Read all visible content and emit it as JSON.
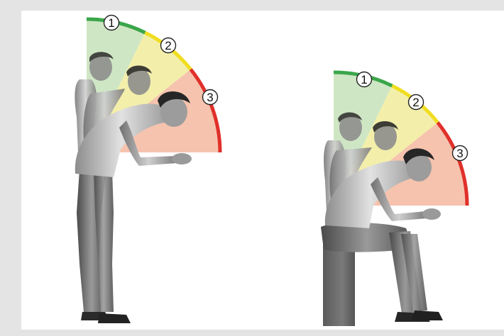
{
  "colors": {
    "zone_1": "#3aa64a",
    "zone_2": "#f0dd20",
    "zone_3": "#e0302a",
    "zone_1_fill": "#cfe6c4",
    "zone_2_fill": "#f3efaa",
    "zone_3_fill": "#f6c3ae",
    "stool": "#6b6b6b"
  },
  "figures": [
    {
      "posture": "standing",
      "zones": [
        {
          "label": "1"
        },
        {
          "label": "2"
        },
        {
          "label": "3"
        }
      ]
    },
    {
      "posture": "seated",
      "zones": [
        {
          "label": "1"
        },
        {
          "label": "2"
        },
        {
          "label": "3"
        }
      ]
    }
  ]
}
